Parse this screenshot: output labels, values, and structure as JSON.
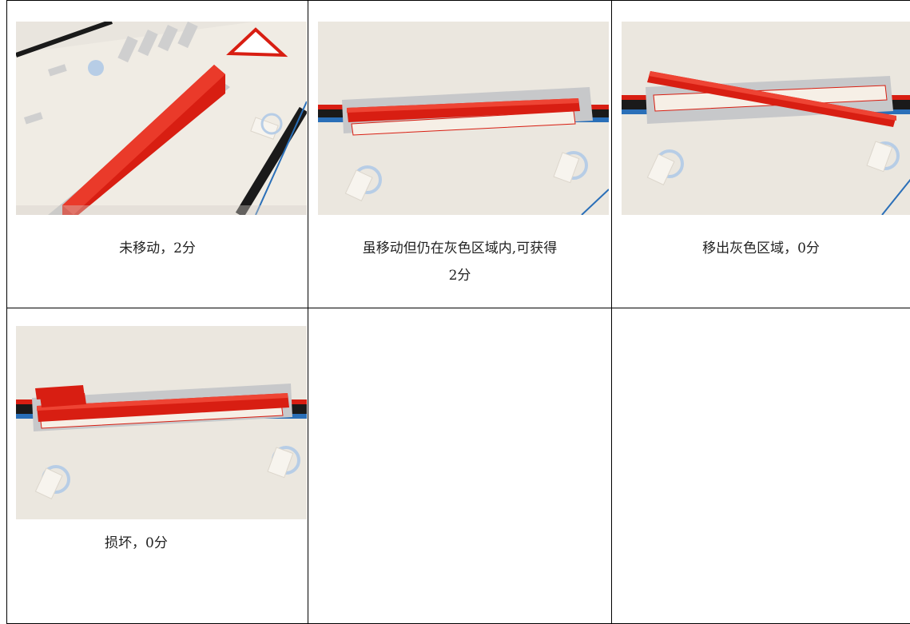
{
  "cells": [
    {
      "caption": "未移动，2分"
    },
    {
      "caption_line1": "虽移动但仍在灰色区域内,可获得",
      "caption_line2": "2分"
    },
    {
      "caption": "移出灰色区域，0分"
    },
    {
      "caption": "损坏，0分"
    }
  ],
  "colors": {
    "brick_red": "#d81e12",
    "gray_zone": "#c9cacc",
    "mat_white": "#f2eee6",
    "line_blue": "#2a6fb8",
    "line_black": "#1a1a1a"
  }
}
